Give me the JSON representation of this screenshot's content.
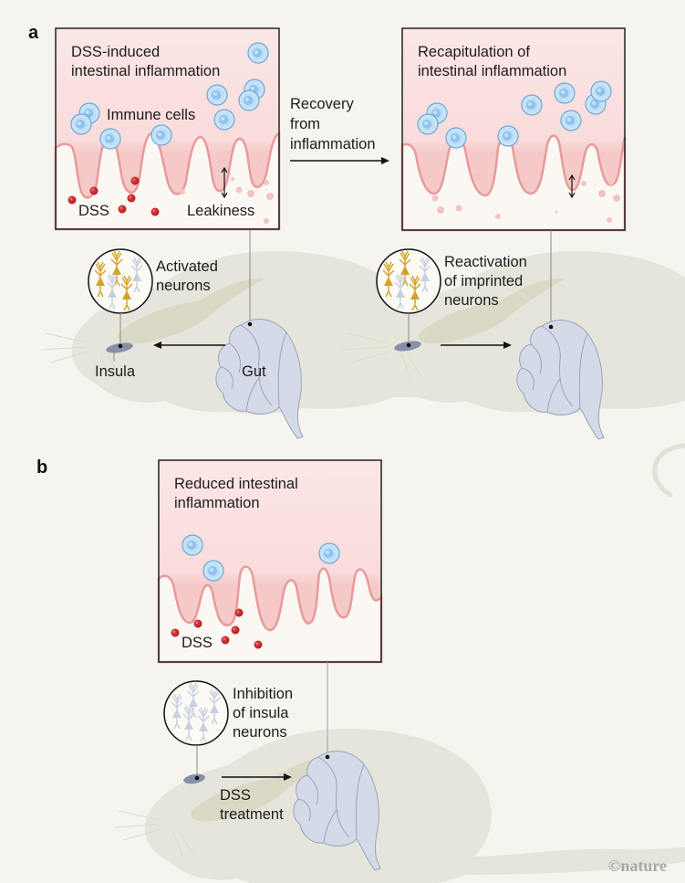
{
  "figure": {
    "credit": "©nature",
    "colors": {
      "background": "#f5f4ee",
      "mouse": "#e6e5db",
      "mouse_brain_area": "#d9d6c4",
      "tissue_pink": "#f5cfcf",
      "tissue_outline": "#e89a9a",
      "box_bg": "#fbe6e6",
      "immune_cell": "#a9cfee",
      "dss_particle": "#c0272d",
      "neuron_active": "#d4a22a",
      "neuron_inactive": "#c9cfdf",
      "gut": "#d5dae8",
      "insula": "#8790a8"
    }
  },
  "panel_a": {
    "letter": "a",
    "box1": {
      "title_line1": "DSS-induced",
      "title_line2": "intestinal inflammation",
      "immune_label": "Immune cells",
      "dss_label": "DSS",
      "leakiness_label": "Leakiness"
    },
    "transition": {
      "line1": "Recovery",
      "line2": "from",
      "line3": "inflammation"
    },
    "box2": {
      "title_line1": "Recapitulation of",
      "title_line2": "intestinal inflammation"
    },
    "mouse1": {
      "neurons_line1": "Activated",
      "neurons_line2": "neurons",
      "insula_label": "Insula",
      "gut_label": "Gut"
    },
    "mouse2": {
      "neurons_line1": "Reactivation",
      "neurons_line2": "of imprinted",
      "neurons_line3": "neurons"
    }
  },
  "panel_b": {
    "letter": "b",
    "box": {
      "title_line1": "Reduced intestinal",
      "title_line2": "inflammation",
      "dss_label": "DSS"
    },
    "mouse": {
      "neurons_line1": "Inhibition",
      "neurons_line2": "of insula",
      "neurons_line3": "neurons",
      "arrow_line1": "DSS",
      "arrow_line2": "treatment"
    }
  }
}
